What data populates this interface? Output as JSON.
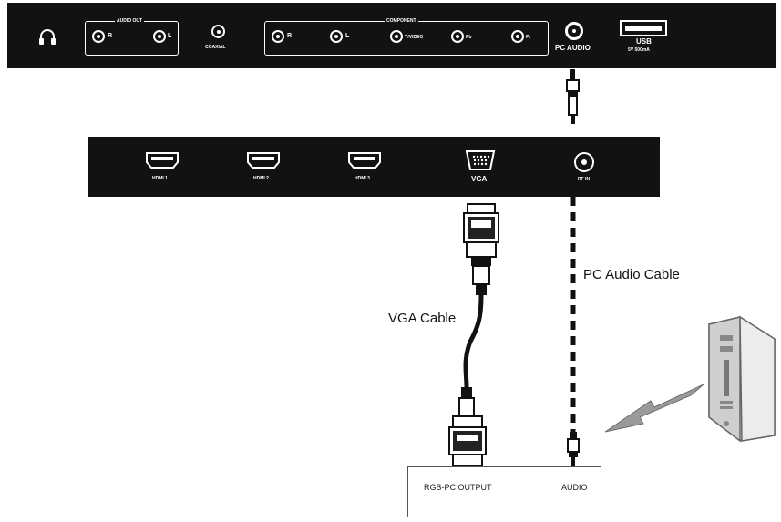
{
  "top_panel": {
    "audio_out_label": "AUDIO OUT",
    "audio_out_r": "R",
    "audio_out_l": "L",
    "coaxial_label": "COAXIAL",
    "component_label": "COMPONENT",
    "component_r": "R",
    "component_l": "L",
    "component_y": "Y/VIDEO",
    "component_pb": "Pb",
    "component_pr": "Pr",
    "pc_audio_label": "PC AUDIO",
    "usb_label": "USB",
    "usb_sub_label": "5V 500mA"
  },
  "mid_panel": {
    "hdmi1_label": "HDMI 1",
    "hdmi2_label": "HDMI 2",
    "hdmi3_label": "HDMI 3",
    "vga_label": "VGA",
    "rf_label": "RF IN"
  },
  "cables": {
    "vga_cable_label": "VGA Cable",
    "pc_audio_cable_label": "PC Audio Cable"
  },
  "pc_box": {
    "rgb_output_label": "RGB-PC OUTPUT",
    "audio_label": "AUDIO"
  },
  "colors": {
    "panel": "#121212",
    "cable": "#111111",
    "arrow": "#8a8a8a"
  },
  "icons": [
    "headphone-icon",
    "usb-port-icon",
    "hdmi-port-icon",
    "vga-port-icon",
    "rf-coax-icon",
    "computer-tower-icon",
    "direction-arrow-icon"
  ]
}
